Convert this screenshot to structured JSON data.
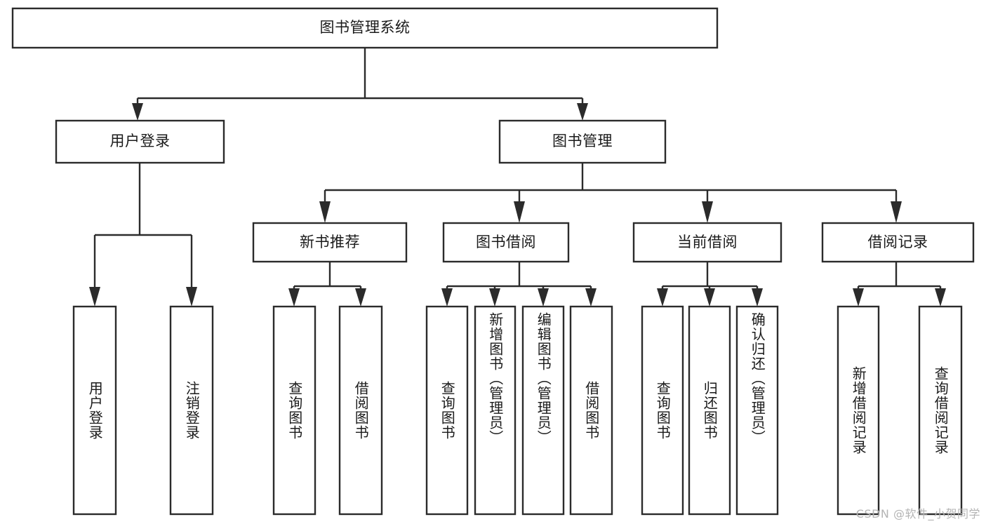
{
  "diagram": {
    "type": "tree",
    "title": "图书管理系统",
    "watermark": "CSDN @软件_小贺同学",
    "colors": {
      "stroke": "#2b2b2b",
      "fill": "#ffffff",
      "text": "#1a1a1a",
      "watermark": "#b4b4b4"
    },
    "nodes": {
      "root": {
        "label": "图书管理系统"
      },
      "level2": [
        {
          "label": "用户登录"
        },
        {
          "label": "图书管理"
        }
      ],
      "level3": [
        {
          "label": "新书推荐"
        },
        {
          "label": "图书借阅"
        },
        {
          "label": "当前借阅"
        },
        {
          "label": "借阅记录"
        }
      ],
      "leaves": [
        {
          "label": "用户登录"
        },
        {
          "label": "注销登录"
        },
        {
          "label": "查询图书"
        },
        {
          "label": "借阅图书"
        },
        {
          "label": "查询图书"
        },
        {
          "label": "新增图书（管理员）"
        },
        {
          "label": "编辑图书（管理员）"
        },
        {
          "label": "借阅图书"
        },
        {
          "label": "查询图书"
        },
        {
          "label": "归还图书"
        },
        {
          "label": "确认归还（管理员）"
        },
        {
          "label": "新增借阅记录"
        },
        {
          "label": "查询借阅记录"
        }
      ]
    },
    "edges": [
      {
        "from": "图书管理系统",
        "to": "用户登录"
      },
      {
        "from": "图书管理系统",
        "to": "图书管理"
      },
      {
        "from": "用户登录",
        "to": "用户登录"
      },
      {
        "from": "用户登录",
        "to": "注销登录"
      },
      {
        "from": "图书管理",
        "to": "新书推荐"
      },
      {
        "from": "图书管理",
        "to": "图书借阅"
      },
      {
        "from": "图书管理",
        "to": "当前借阅"
      },
      {
        "from": "图书管理",
        "to": "借阅记录"
      },
      {
        "from": "新书推荐",
        "to": "查询图书"
      },
      {
        "from": "新书推荐",
        "to": "借阅图书"
      },
      {
        "from": "图书借阅",
        "to": "查询图书"
      },
      {
        "from": "图书借阅",
        "to": "新增图书（管理员）"
      },
      {
        "from": "图书借阅",
        "to": "编辑图书（管理员）"
      },
      {
        "from": "图书借阅",
        "to": "借阅图书"
      },
      {
        "from": "当前借阅",
        "to": "查询图书"
      },
      {
        "from": "当前借阅",
        "to": "归还图书"
      },
      {
        "from": "当前借阅",
        "to": "确认归还（管理员）"
      },
      {
        "from": "借阅记录",
        "to": "新增借阅记录"
      },
      {
        "from": "借阅记录",
        "to": "查询借阅记录"
      }
    ]
  }
}
